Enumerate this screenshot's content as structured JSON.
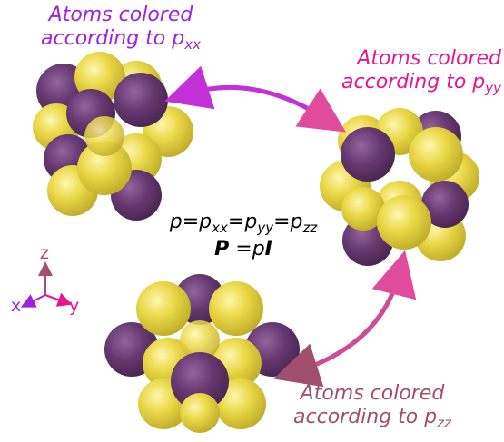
{
  "labels": {
    "xx": {
      "line1": "Atoms colored",
      "line2": "according to p",
      "sub": "xx",
      "color": "#a020e0"
    },
    "yy": {
      "line1": "Atoms colored",
      "line2": "according to p",
      "sub": "yy",
      "color": "#e8158c"
    },
    "zz": {
      "line1": "Atoms colored",
      "line2": "according to p",
      "sub": "zz",
      "color": "#a0506e"
    }
  },
  "equation": {
    "p": "p",
    "eq": "=",
    "pxx": "p",
    "sub_xx": "xx",
    "pyy": "p",
    "sub_yy": "yy",
    "pzz": "p",
    "sub_zz": "zz",
    "P": "P",
    "eq2": " =",
    "p2": "p",
    "I": "I"
  },
  "axes": {
    "z": "z",
    "x": "x",
    "y": "y",
    "z_color": "#a0506e",
    "x_color": "#a020e0",
    "y_color": "#e8158c"
  },
  "colors": {
    "yellow": "#e8d630",
    "purple": "#5a2a66",
    "arrow1": "#c330d8",
    "arrow2": "#e14b9c",
    "arrow3": "#b0507a"
  }
}
